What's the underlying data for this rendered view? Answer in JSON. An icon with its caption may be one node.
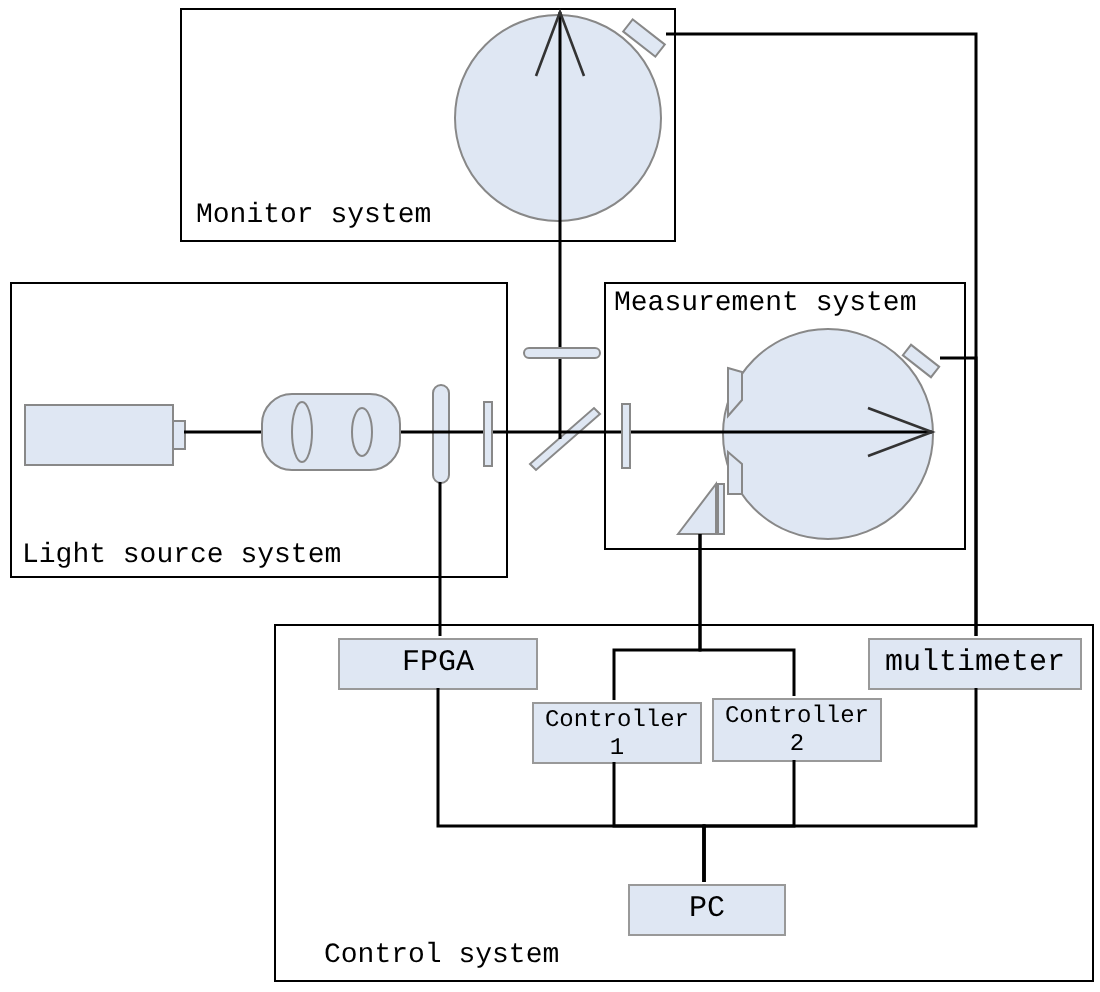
{
  "diagram": {
    "nodes": [
      {
        "text": [
          "Monitor system"
        ]
      },
      {
        "text": [
          "Light source system"
        ]
      },
      {
        "text": [
          "Measurement system"
        ]
      },
      {
        "text": [
          "Control system"
        ]
      },
      {
        "text": [
          "FPGA"
        ],
        "in": 3
      },
      {
        "text": [
          "multimeter"
        ],
        "in": 3
      },
      {
        "text": [
          "Controller 1"
        ],
        "in": 3
      },
      {
        "text": [
          "Controller 2"
        ],
        "in": 3
      },
      {
        "text": [
          "PC"
        ],
        "in": 3
      },
      {
        "text": [],
        "shape": "box",
        "in": 0
      },
      {
        "text": [],
        "shape": "box",
        "in": 2
      },
      {
        "text": [],
        "shape": "box",
        "in": 1
      },
      {
        "text": [],
        "shape": "triangle",
        "in": 2
      },
      {
        "text": [],
        "shape": "circle",
        "in": 0
      },
      {
        "text": [],
        "shape": "box",
        "in": 1
      },
      {
        "text": [],
        "shape": "box"
      },
      {
        "text": [],
        "shape": "circle",
        "in": 2
      }
    ],
    "edges": [
      {
        "from": 14,
        "to": 4,
        "arrow": "none"
      },
      {
        "from": 12,
        "to": 6,
        "arrow": "none"
      },
      {
        "from": 12,
        "to": 7,
        "arrow": "none"
      },
      {
        "from": 9,
        "to": 5,
        "arrow": "none"
      },
      {
        "from": 10,
        "to": 5,
        "arrow": "none"
      },
      {
        "from": 5,
        "to": 8,
        "arrow": "none"
      },
      {
        "from": 4,
        "to": 8,
        "arrow": "none"
      },
      {
        "from": 6,
        "to": 8,
        "arrow": "none"
      },
      {
        "from": 7,
        "to": 8,
        "arrow": "none"
      },
      {
        "from": 11,
        "to": 16,
        "arrow": "to"
      },
      {
        "from": 15,
        "to": 13,
        "arrow": "to"
      }
    ]
  }
}
